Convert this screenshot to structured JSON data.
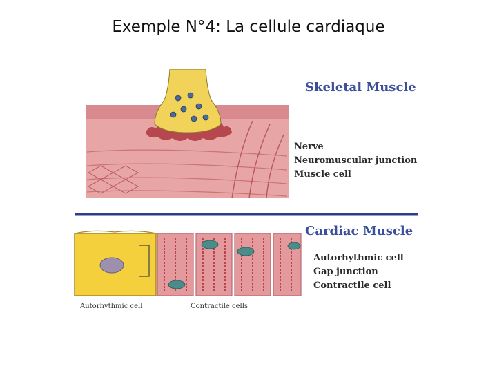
{
  "slide": {
    "title": "Exemple N°4: La cellule cardiaque"
  },
  "skeletal": {
    "heading": "Skeletal Muscle",
    "labels": [
      "Nerve",
      "Neuromuscular junction",
      "Muscle cell"
    ]
  },
  "cardiac": {
    "heading": "Cardiac Muscle",
    "labels": [
      "Autorhythmic cell",
      "Gap junction",
      "Contractile cell"
    ],
    "caption_left": "Autorhythmic cell",
    "caption_right": "Contractile cells"
  },
  "colors": {
    "heading_blue": "#3b4f9a",
    "divider": "#2b3d8f",
    "muscle_pink": "#e49a9d",
    "nerve_yellow": "#f2d35a",
    "autorhythmic_yellow": "#f3d03c"
  }
}
